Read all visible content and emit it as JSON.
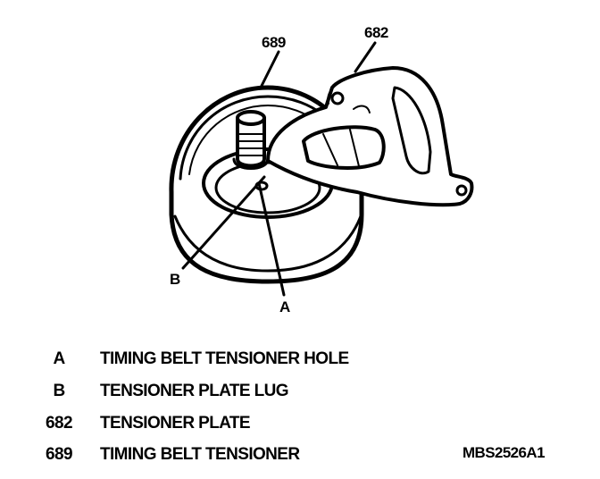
{
  "callouts": {
    "c689": "689",
    "c682": "682",
    "cA": "A",
    "cB": "B"
  },
  "legend": [
    {
      "key": "A",
      "text": "TIMING BELT TENSIONER HOLE"
    },
    {
      "key": "B",
      "text": "TENSIONER PLATE LUG"
    },
    {
      "key": "682",
      "text": "TENSIONER PLATE"
    },
    {
      "key": "689",
      "text": "TIMING BELT TENSIONER"
    }
  ],
  "figure_code": "MBS2526A1"
}
